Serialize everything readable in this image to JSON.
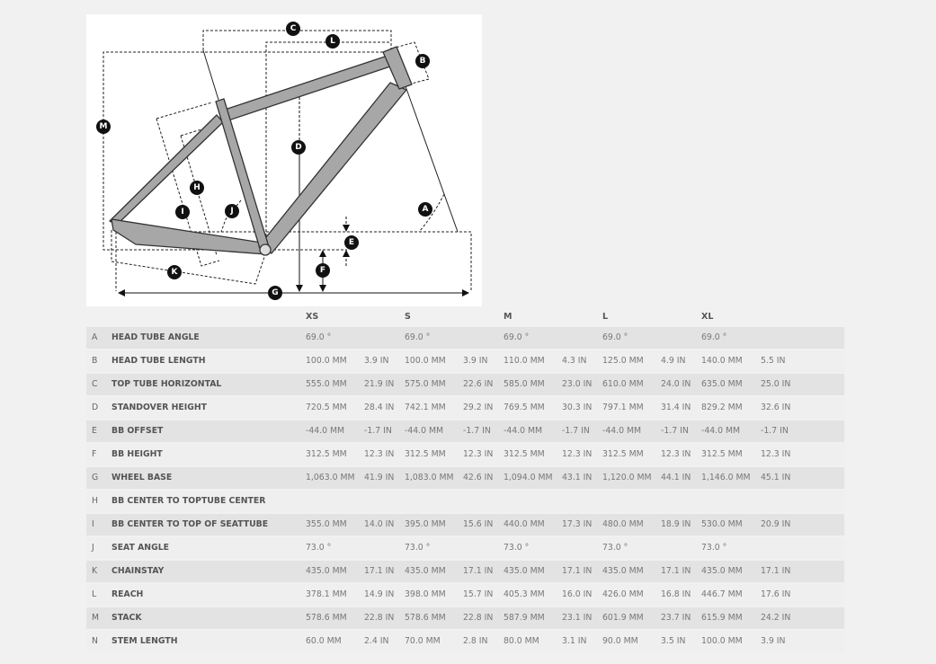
{
  "diagram": {
    "labels": [
      "A",
      "B",
      "C",
      "D",
      "E",
      "F",
      "G",
      "H",
      "I",
      "J",
      "K",
      "L",
      "M"
    ],
    "frame_color": "#a7a7a7"
  },
  "table": {
    "sizes": [
      "XS",
      "S",
      "M",
      "L",
      "XL"
    ],
    "rows": [
      {
        "letter": "A",
        "name": "HEAD TUBE ANGLE",
        "values": [
          "69.0 °",
          "",
          "69.0 °",
          "",
          "69.0 °",
          "",
          "69.0 °",
          "",
          "69.0 °",
          ""
        ]
      },
      {
        "letter": "B",
        "name": "HEAD TUBE LENGTH",
        "values": [
          "100.0 MM",
          "3.9 IN",
          "100.0 MM",
          "3.9 IN",
          "110.0 MM",
          "4.3 IN",
          "125.0 MM",
          "4.9 IN",
          "140.0 MM",
          "5.5 IN"
        ]
      },
      {
        "letter": "C",
        "name": "TOP TUBE HORIZONTAL",
        "values": [
          "555.0 MM",
          "21.9 IN",
          "575.0 MM",
          "22.6 IN",
          "585.0 MM",
          "23.0 IN",
          "610.0 MM",
          "24.0 IN",
          "635.0 MM",
          "25.0 IN"
        ]
      },
      {
        "letter": "D",
        "name": "STANDOVER HEIGHT",
        "values": [
          "720.5 MM",
          "28.4 IN",
          "742.1 MM",
          "29.2 IN",
          "769.5 MM",
          "30.3 IN",
          "797.1 MM",
          "31.4 IN",
          "829.2 MM",
          "32.6 IN"
        ]
      },
      {
        "letter": "E",
        "name": "BB OFFSET",
        "values": [
          "-44.0 MM",
          "-1.7 IN",
          "-44.0 MM",
          "-1.7 IN",
          "-44.0 MM",
          "-1.7 IN",
          "-44.0 MM",
          "-1.7 IN",
          "-44.0 MM",
          "-1.7 IN"
        ]
      },
      {
        "letter": "F",
        "name": "BB HEIGHT",
        "values": [
          "312.5 MM",
          "12.3 IN",
          "312.5 MM",
          "12.3 IN",
          "312.5 MM",
          "12.3 IN",
          "312.5 MM",
          "12.3 IN",
          "312.5 MM",
          "12.3 IN"
        ]
      },
      {
        "letter": "G",
        "name": "WHEEL BASE",
        "values": [
          "1,063.0 MM",
          "41.9 IN",
          "1,083.0 MM",
          "42.6 IN",
          "1,094.0 MM",
          "43.1 IN",
          "1,120.0 MM",
          "44.1 IN",
          "1,146.0 MM",
          "45.1 IN"
        ]
      },
      {
        "letter": "H",
        "name": "BB CENTER TO TOPTUBE CENTER",
        "values": [
          "",
          "",
          "",
          "",
          "",
          "",
          "",
          "",
          "",
          ""
        ]
      },
      {
        "letter": "I",
        "name": "BB CENTER TO TOP OF SEATTUBE",
        "values": [
          "355.0 MM",
          "14.0 IN",
          "395.0 MM",
          "15.6 IN",
          "440.0 MM",
          "17.3 IN",
          "480.0 MM",
          "18.9 IN",
          "530.0 MM",
          "20.9 IN"
        ]
      },
      {
        "letter": "J",
        "name": "SEAT ANGLE",
        "values": [
          "73.0 °",
          "",
          "73.0 °",
          "",
          "73.0 °",
          "",
          "73.0 °",
          "",
          "73.0 °",
          ""
        ]
      },
      {
        "letter": "K",
        "name": "CHAINSTAY",
        "values": [
          "435.0 MM",
          "17.1 IN",
          "435.0 MM",
          "17.1 IN",
          "435.0 MM",
          "17.1 IN",
          "435.0 MM",
          "17.1 IN",
          "435.0 MM",
          "17.1 IN"
        ]
      },
      {
        "letter": "L",
        "name": "REACH",
        "values": [
          "378.1 MM",
          "14.9 IN",
          "398.0 MM",
          "15.7 IN",
          "405.3 MM",
          "16.0 IN",
          "426.0 MM",
          "16.8 IN",
          "446.7 MM",
          "17.6 IN"
        ]
      },
      {
        "letter": "M",
        "name": "STACK",
        "values": [
          "578.6 MM",
          "22.8 IN",
          "578.6 MM",
          "22.8 IN",
          "587.9 MM",
          "23.1 IN",
          "601.9 MM",
          "23.7 IN",
          "615.9 MM",
          "24.2 IN"
        ]
      },
      {
        "letter": "N",
        "name": "STEM LENGTH",
        "values": [
          "60.0 MM",
          "2.4 IN",
          "70.0 MM",
          "2.8 IN",
          "80.0 MM",
          "3.1 IN",
          "90.0 MM",
          "3.5 IN",
          "100.0 MM",
          "3.9 IN"
        ]
      }
    ]
  }
}
